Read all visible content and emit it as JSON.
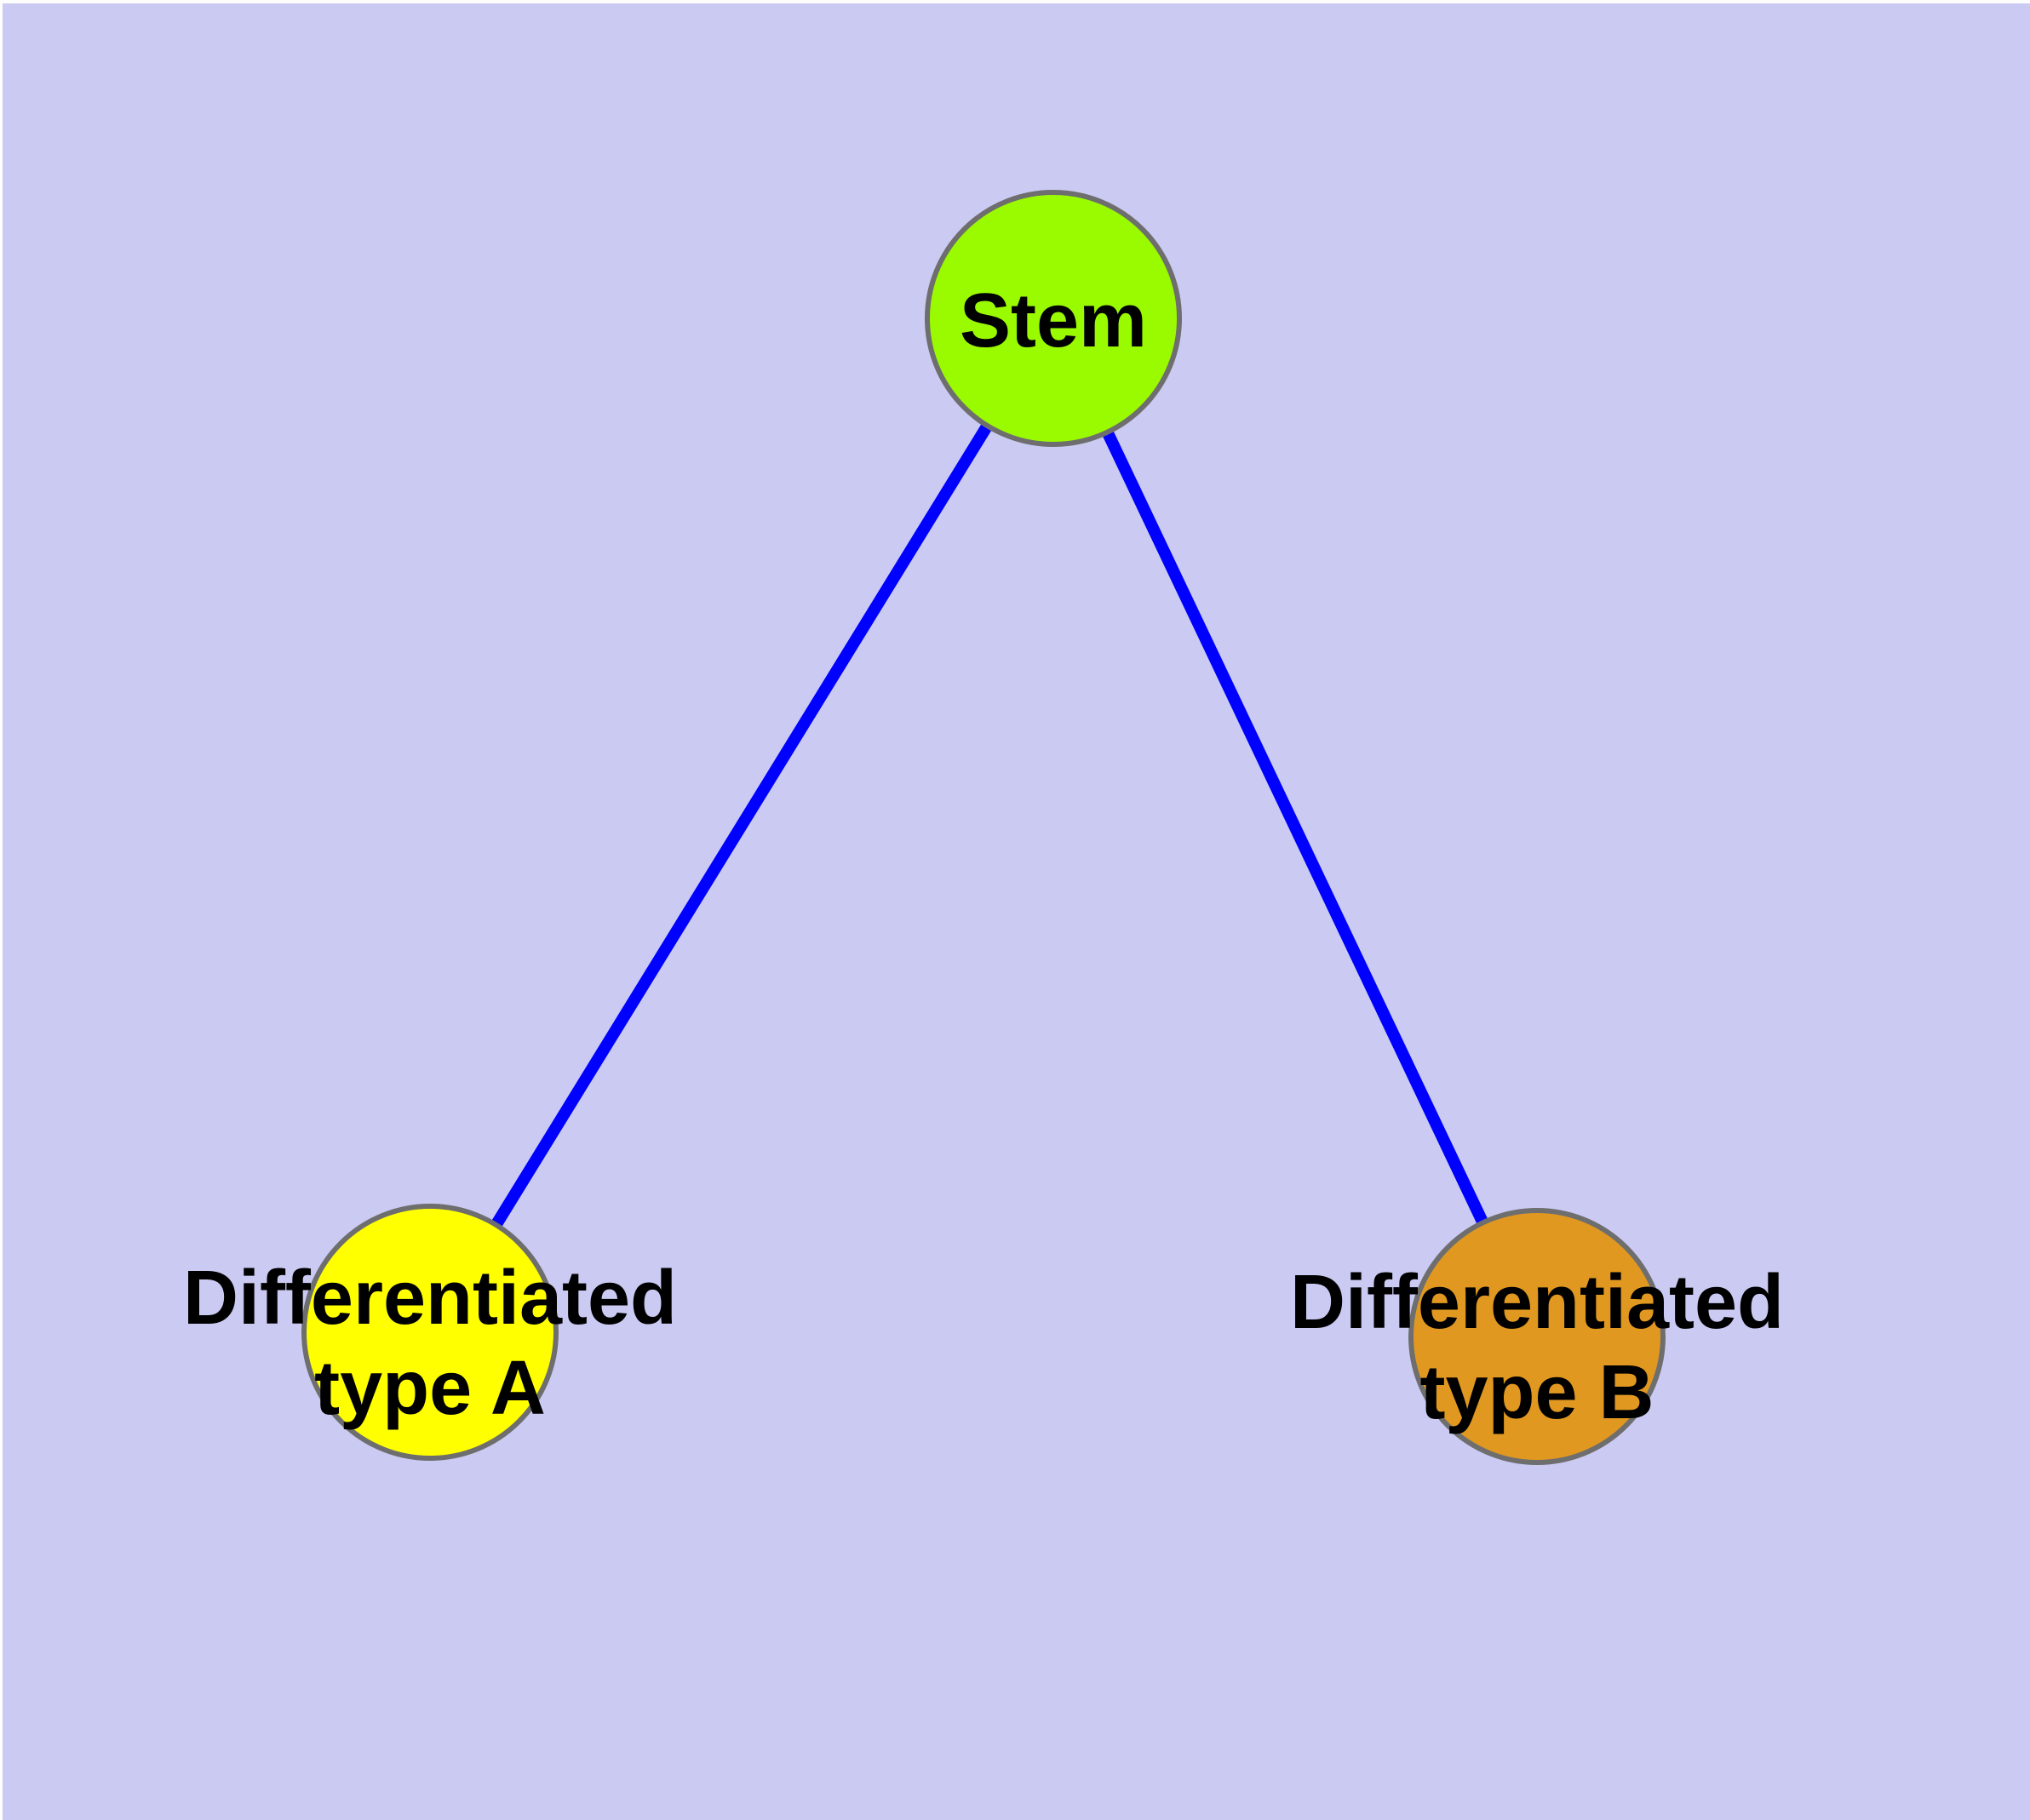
{
  "diagram": {
    "type": "graph",
    "description": "Stem cell differentiation tree: one stem node connected to two differentiated cell type nodes",
    "background_color": "#CACAF2",
    "edge_color": "#0000FF",
    "node_border_color": "#6E6E6E",
    "label_color": "#000000",
    "nodes": [
      {
        "id": "stem",
        "label": "Stem",
        "label_line1": "Stem",
        "label_line2": "",
        "fill": "#9AFB00"
      },
      {
        "id": "diff-a",
        "label": "Differentiated type A",
        "label_line1": "Differentiated",
        "label_line2": "type A",
        "fill": "#FFFF00"
      },
      {
        "id": "diff-b",
        "label": "Differentiated type B",
        "label_line1": "Differentiated",
        "label_line2": "type B",
        "fill": "#E09820"
      }
    ],
    "edges": [
      {
        "from": "Stem",
        "to": "Differentiated type A"
      },
      {
        "from": "Stem",
        "to": "Differentiated type B"
      }
    ]
  }
}
